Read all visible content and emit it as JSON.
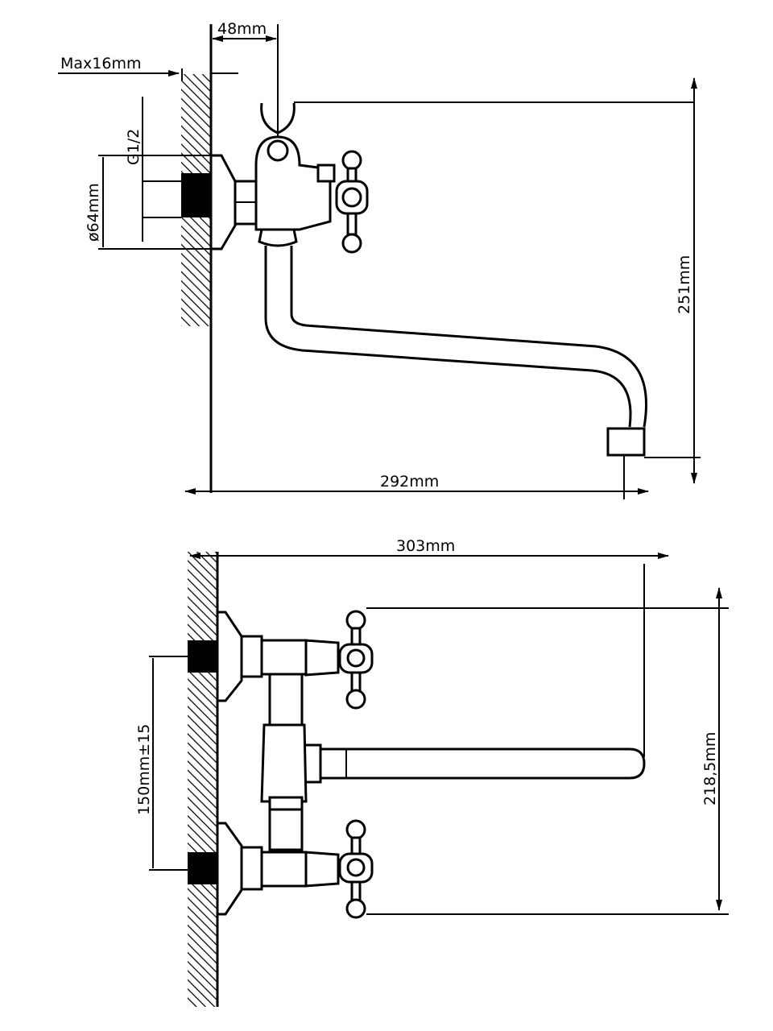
{
  "side_view": {
    "title": "Side view",
    "dims": {
      "wall_offset": "48mm",
      "max_wall": "Max16mm",
      "thread": "G1/2",
      "flange_diameter": "ø64mm",
      "height": "251mm",
      "spout_reach": "292mm"
    }
  },
  "top_view": {
    "title": "Top view",
    "dims": {
      "total_reach": "303mm",
      "handles_span": "218,5mm",
      "inlet_spacing": "150mm±15"
    }
  },
  "colors": {
    "line": "#000000",
    "background": "#ffffff"
  }
}
